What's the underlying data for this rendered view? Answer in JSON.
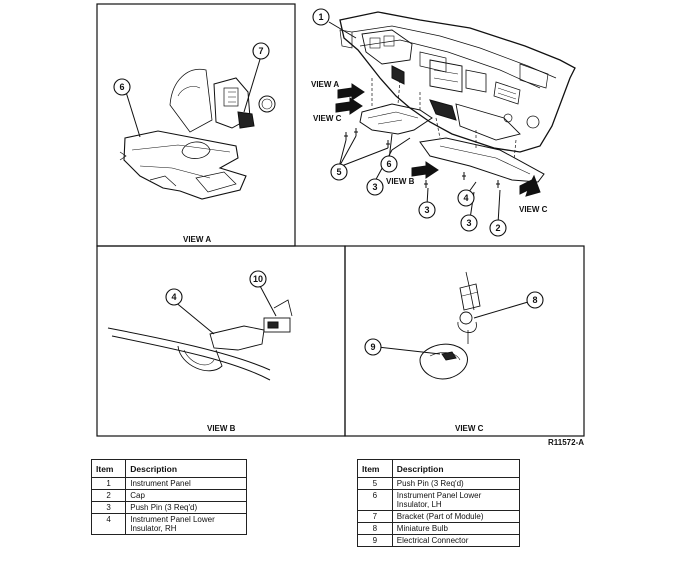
{
  "callouts": [
    "1",
    "2",
    "3",
    "4",
    "5",
    "6",
    "7",
    "8",
    "9",
    "10"
  ],
  "views": {
    "a_label": "VIEW A",
    "b_label": "VIEW B",
    "c_label": "VIEW C",
    "main_view_a": "VIEW A",
    "main_view_b": "VIEW B",
    "main_view_c_left": "VIEW C",
    "main_view_c_right": "VIEW C"
  },
  "figure_id": "R11572-A",
  "legend_header": {
    "item": "Item",
    "description": "Description"
  },
  "legend_left": [
    {
      "item": "1",
      "description": "Instrument Panel"
    },
    {
      "item": "2",
      "description": "Cap"
    },
    {
      "item": "3",
      "description": "Push Pin (3 Req'd)"
    },
    {
      "item": "4",
      "description": "Instrument Panel Lower Insulator, RH"
    }
  ],
  "legend_right": [
    {
      "item": "5",
      "description": "Push Pin (3 Req'd)"
    },
    {
      "item": "6",
      "description": "Instrument Panel Lower Insulator, LH"
    },
    {
      "item": "7",
      "description": "Bracket (Part of Module)"
    },
    {
      "item": "8",
      "description": "Miniature Bulb"
    },
    {
      "item": "9",
      "description": "Electrical Connector"
    }
  ]
}
